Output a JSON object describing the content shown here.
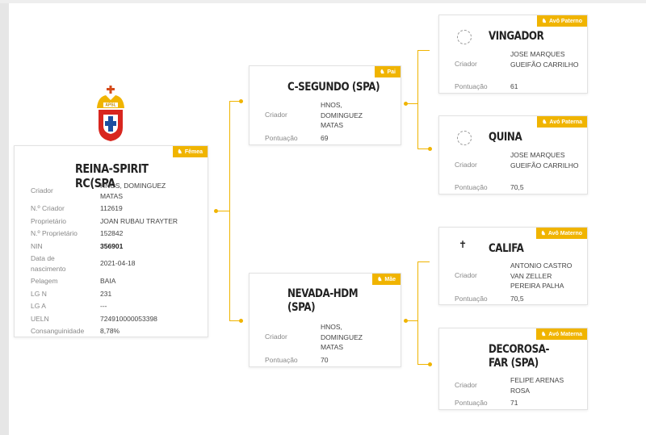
{
  "main": {
    "badge": "Fêmea",
    "name": "REINA-SPIRIT RC(SPA",
    "crest_text": "APSL",
    "fields": [
      {
        "k": "Criador",
        "v": "HNOS, DOMINGUEZ MATAS"
      },
      {
        "k": "N.º Criador",
        "v": "112619"
      },
      {
        "k": "Proprietário",
        "v": "JOAN RUBAU TRAYTER"
      },
      {
        "k": "N.º Proprietário",
        "v": "152842"
      },
      {
        "k": "NIN",
        "v": "356901"
      },
      {
        "k": "Data de nascimento",
        "v": "2021-04-18"
      },
      {
        "k": "Pelagem",
        "v": "BAIA"
      },
      {
        "k": "LG N",
        "v": "231"
      },
      {
        "k": "LG A",
        "v": "---"
      },
      {
        "k": "UELN",
        "v": "724910000053398"
      },
      {
        "k": "Consanguinidade",
        "v": "8,78%"
      }
    ]
  },
  "sire": {
    "badge": "Pai",
    "name": "C-SEGUNDO (SPA)",
    "criador_label": "Criador",
    "criador": "HNOS, DOMINGUEZ MATAS",
    "pont_label": "Pontuação",
    "pont": "69"
  },
  "dam": {
    "badge": "Mãe",
    "name": "NEVADA-HDM (SPA)",
    "criador_label": "Criador",
    "criador": "HNOS, DOMINGUEZ MATAS",
    "pont_label": "Pontuação",
    "pont": "70"
  },
  "gp": [
    {
      "badge": "Avô Paterno",
      "name": "VINGADOR",
      "criador_label": "Criador",
      "criador": "JOSE MARQUES GUEIFÃO CARRILHO",
      "pont_label": "Pontuação",
      "pont": "61"
    },
    {
      "badge": "Avó Paterna",
      "name": "QUINA",
      "criador_label": "Criador",
      "criador": "JOSE MARQUES GUEIFÃO CARRILHO",
      "pont_label": "Pontuação",
      "pont": "70,5"
    },
    {
      "badge": "Avô Materno",
      "name": "CALIFA",
      "criador_label": "Criador",
      "criador": "ANTONIO CASTRO VAN ZELLER PEREIRA PALHA",
      "pont_label": "Pontuação",
      "pont": "70,5"
    },
    {
      "badge": "Avó Materna",
      "name": "DECOROSA-FAR (SPA)",
      "criador_label": "Criador",
      "criador": "FELIPE ARENAS ROSA",
      "pont_label": "Pontuação",
      "pont": "71"
    }
  ],
  "colors": {
    "accent": "#f0b400"
  }
}
